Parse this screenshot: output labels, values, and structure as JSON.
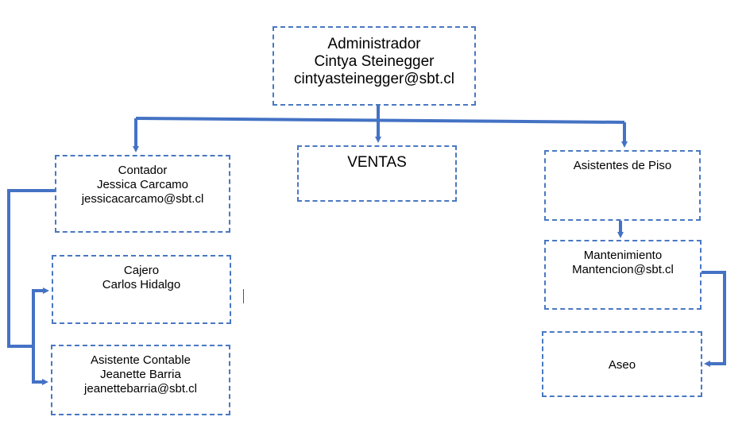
{
  "nodes": {
    "admin": {
      "lines": [
        "Administrador",
        "Cintya Steinegger",
        "cintyasteinegger@sbt.cl"
      ]
    },
    "contador": {
      "lines": [
        "Contador",
        "Jessica Carcamo",
        "jessicacarcamo@sbt.cl"
      ]
    },
    "ventas": {
      "lines": [
        "VENTAS"
      ]
    },
    "asistentes": {
      "lines": [
        "Asistentes de Piso"
      ]
    },
    "cajero": {
      "lines": [
        "Cajero",
        "Carlos Hidalgo"
      ]
    },
    "asistente_contable": {
      "lines": [
        "Asistente Contable",
        "Jeanette Barria",
        "jeanettebarria@sbt.cl"
      ]
    },
    "mantenimiento": {
      "lines": [
        "Mantenimiento",
        "Mantencion@sbt.cl"
      ]
    },
    "aseo": {
      "lines": [
        "Aseo"
      ]
    }
  },
  "colors": {
    "connector": "#4472c4",
    "border": "#4a78c2"
  }
}
